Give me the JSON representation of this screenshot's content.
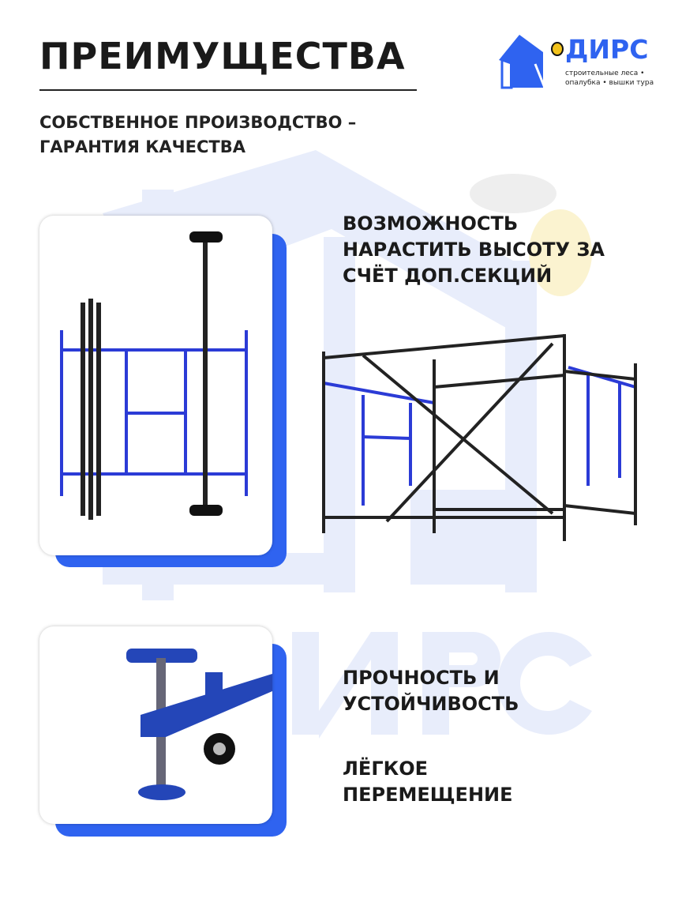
{
  "header": {
    "title": "ПРЕИМУЩЕСТВА",
    "subtitle_line1": "СОБСТВЕННОЕ ПРОИЗВОДСТВО –",
    "subtitle_line2": "ГАРАНТИЯ КАЧЕСТВА"
  },
  "logo": {
    "name": "ДИРС",
    "tagline_line1": "строительные леса •",
    "tagline_line2": "опалубка • вышки тура"
  },
  "features": [
    {
      "lines": [
        "ВОЗМОЖНОСТЬ",
        "НАРАСТИТЬ ВЫСОТУ ЗА",
        "СЧЁТ ДОП.СЕКЦИЙ"
      ]
    },
    {
      "lines": [
        "ПРОЧНОСТЬ И",
        "УСТОЙЧИВОСТЬ"
      ]
    },
    {
      "lines": [
        "ЛЁГКОЕ",
        "ПЕРЕМЕЩЕНИЕ"
      ]
    }
  ],
  "colors": {
    "accent": "#2f63f0",
    "watermark": "#e6ecfb",
    "text": "#1a1a1a"
  }
}
